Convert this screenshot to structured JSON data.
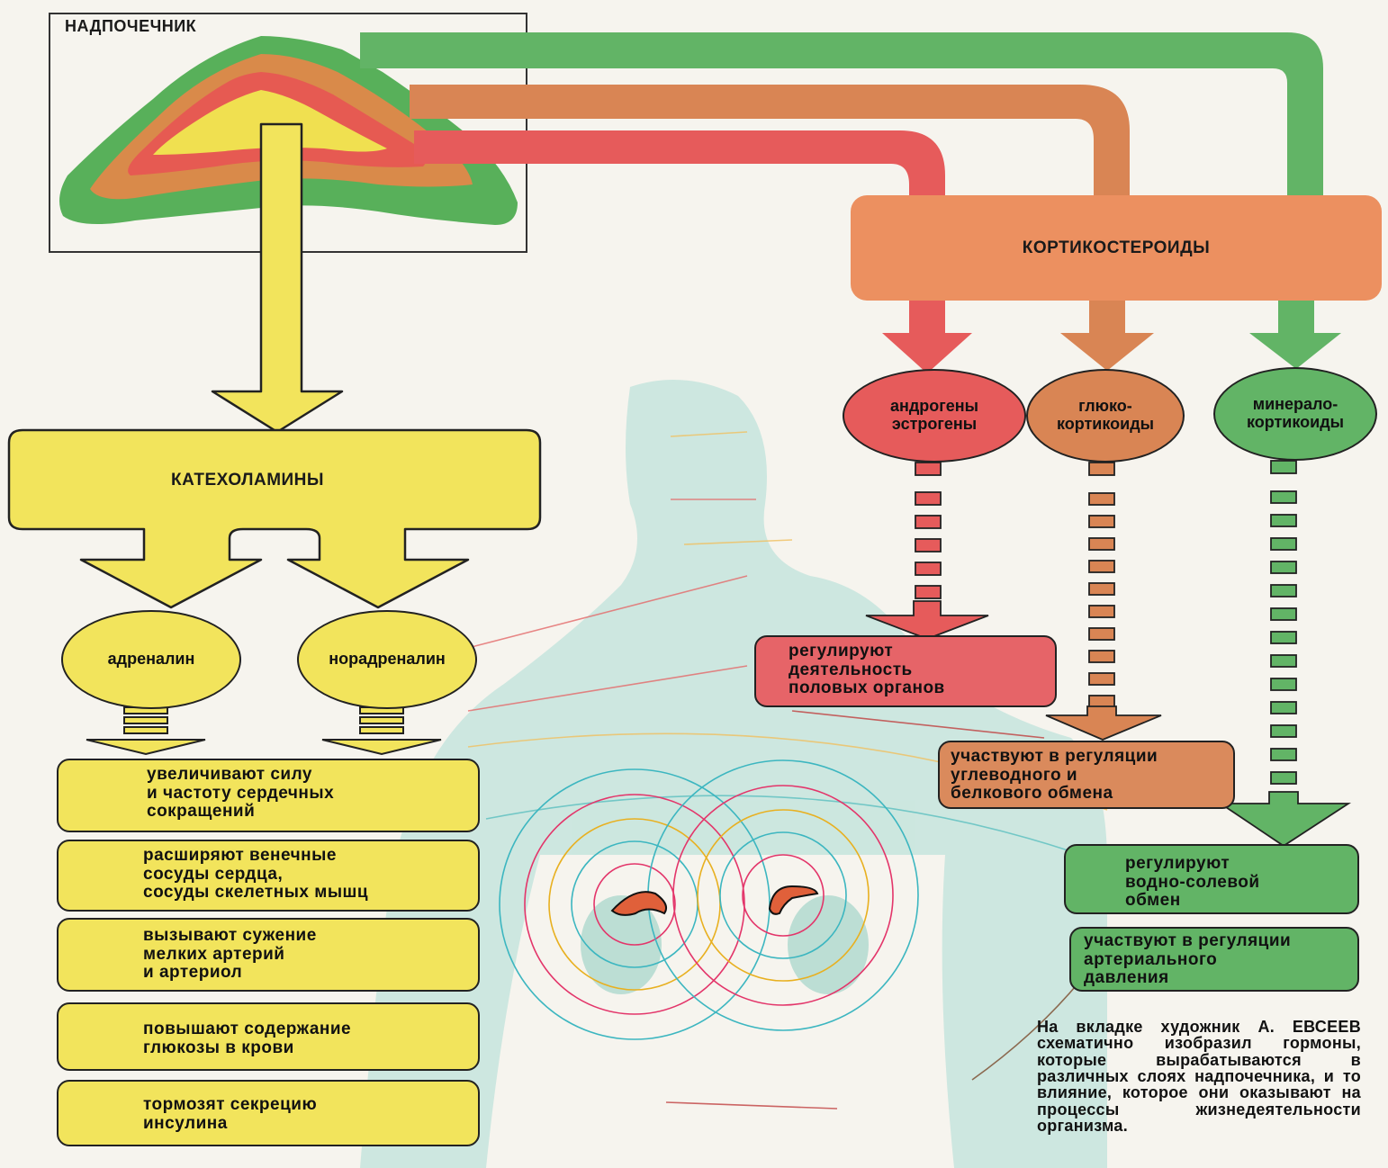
{
  "title": "НАДПОЧЕЧНИК",
  "corticosteroids_label": "КОРТИКОСТЕРОИДЫ",
  "catecholamines_label": "КАТЕХОЛАМИНЫ",
  "hormones": {
    "adrenaline": "адреналин",
    "noradrenaline": "норадреналин",
    "androgens": "андрогены\nэстрогены",
    "gluco": "глюко-\nкортикоиды",
    "mineralo": "минерало-\nкортикоиды"
  },
  "effects_catecholamines": [
    "увеличивают силу\nи частоту сердечных\nсокращений",
    "расширяют венечные\nсосуды сердца,\nсосуды скелетных мышц",
    "вызывают сужение\nмелких артерий\nи артериол",
    "повышают содержание\nглюкозы в крови",
    "тормозят секрецию\nинсулина"
  ],
  "effect_androgens": "регулируют\nдеятельность\nполовых органов",
  "effect_gluco": "участвуют в регуляции\nуглеводного и\nбелкового обмена",
  "effects_mineralo": [
    "регулируют\nводно-солевой\nобмен",
    "участвуют в регуляции\nартериального\nдавления"
  ],
  "caption": "На вкладке художник А. ЕВСЕЕВ схематично изобразил гормоны, которые вырабатываются в различных слоях надпочечника, и то влияние, которое они оказывают на процессы жизнедеятельности организма.",
  "colors": {
    "green": "#5fb565",
    "orange": "#d9824f",
    "red": "#e45a5a",
    "yellow": "#f2e45c",
    "corticoBox": "#ec9060",
    "body": "#b8e0d8"
  }
}
